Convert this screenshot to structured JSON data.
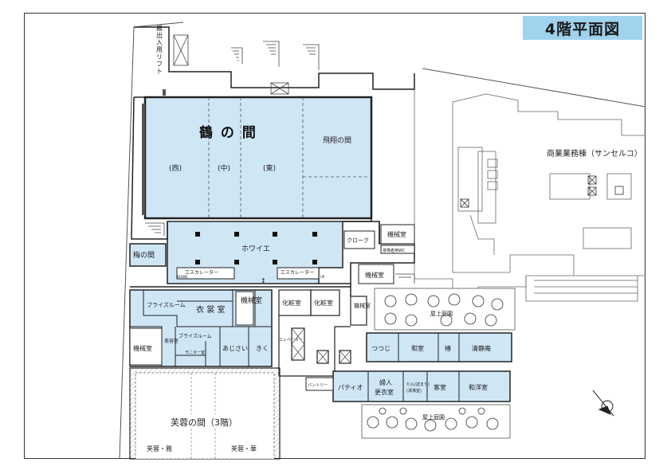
{
  "title": "4階平面図",
  "rooms": {
    "tsuru": "鶴 の 間",
    "tsuru_west": "(西)",
    "tsuru_center": "(中)",
    "tsuru_east": "(東)",
    "hisho": "飛翔の間",
    "foyer": "ホワイエ",
    "ume": "梅の間",
    "escalator_left": "エスカレーター",
    "escalator_right": "エスカレーター",
    "down": "DOWN",
    "up": "UP",
    "cloak": "クローク",
    "machine1": "機械室",
    "machine2": "機械室",
    "machine3": "機械室",
    "machine4": "機械室",
    "machine5": "機械室",
    "bridal_room_a": "ブライズルーム",
    "bridal_room_b": "ブライズルーム",
    "costume": "衣 裳 室",
    "beauty": "美容室",
    "monitor": "モニター室",
    "ajisai": "あじさい",
    "kiku": "きく",
    "powder1": "化粧室",
    "powder2": "化粧室",
    "elevator": "エレベーター",
    "rooftop_garden_upper": "屋上庭園",
    "rooftop_garden_lower": "屋上庭園",
    "tsutsuji": "つつじ",
    "washitsu": "和室",
    "tsubaki": "椿",
    "seijoan": "清静庵",
    "patio": "パティオ",
    "fujin": "婦人\n更衣室",
    "tanomi": "たん(詰まり)\n(湯沸室)",
    "kyakushitsu": "客室",
    "wayoshitsu": "和洋室",
    "pantry": "パントリー",
    "fuyo": "芙蓉の間（3階）",
    "fuyo_ga": "芙蓉・雅",
    "fuyo_ka": "芙蓉・華",
    "lift": "搬出入用リフト",
    "shogyo": "商業業務棟（サンセルコ）",
    "wc": "身障者用WC"
  }
}
